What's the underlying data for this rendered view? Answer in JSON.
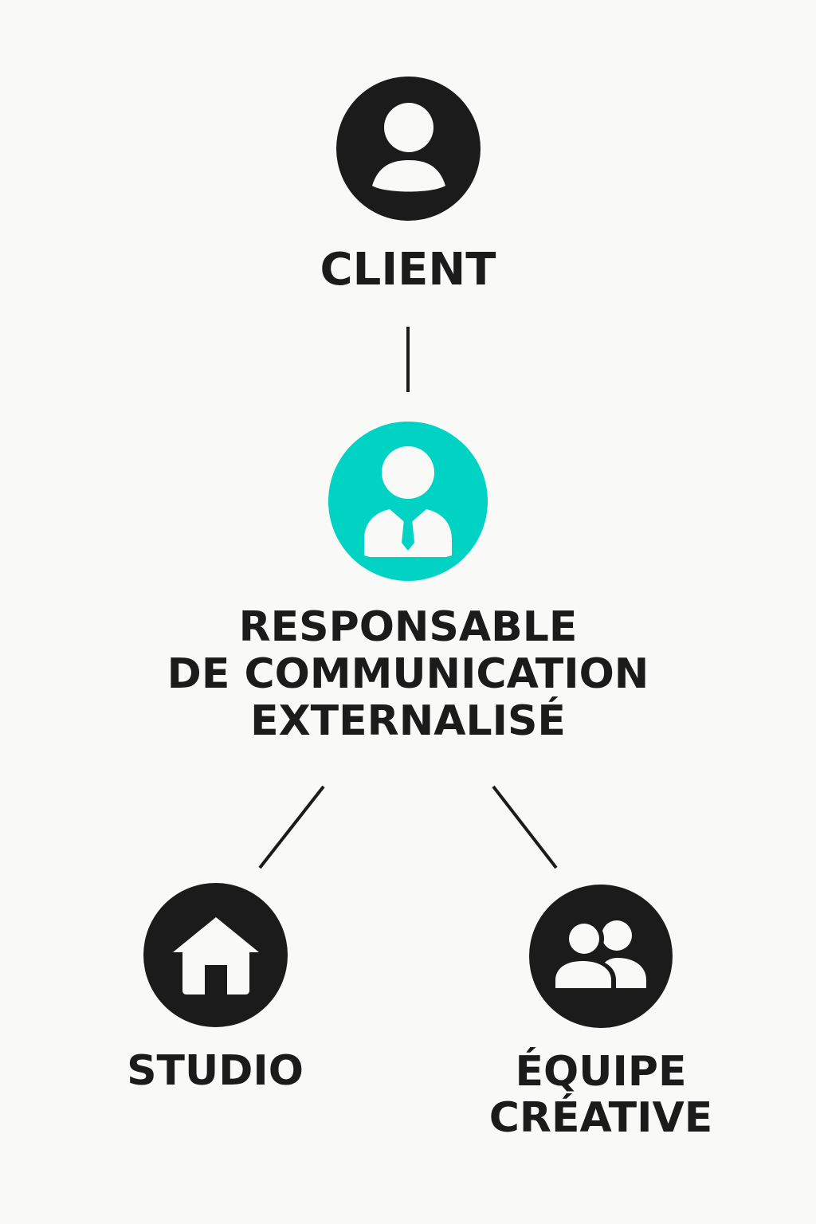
{
  "colors": {
    "background": "#f9f9f8",
    "node_dark": "#1b1b1b",
    "node_accent": "#00d3c4",
    "icon_fill": "#f9f9f8",
    "text": "#1b1b1b",
    "connector": "#1b1b1b"
  },
  "nodes": {
    "client": {
      "icon": "user-icon",
      "label": "CLIENT"
    },
    "manager": {
      "icon": "business-person-icon",
      "label_lines": [
        "RESPONSABLE",
        "DE COMMUNICATION",
        "EXTERNALISÉ"
      ]
    },
    "studio": {
      "icon": "house-icon",
      "label": "STUDIO"
    },
    "team": {
      "icon": "group-icon",
      "label_lines": [
        "ÉQUIPE",
        "CRÉATIVE"
      ]
    }
  },
  "edges": [
    {
      "from": "client",
      "to": "manager"
    },
    {
      "from": "manager",
      "to": "studio"
    },
    {
      "from": "manager",
      "to": "team"
    }
  ]
}
